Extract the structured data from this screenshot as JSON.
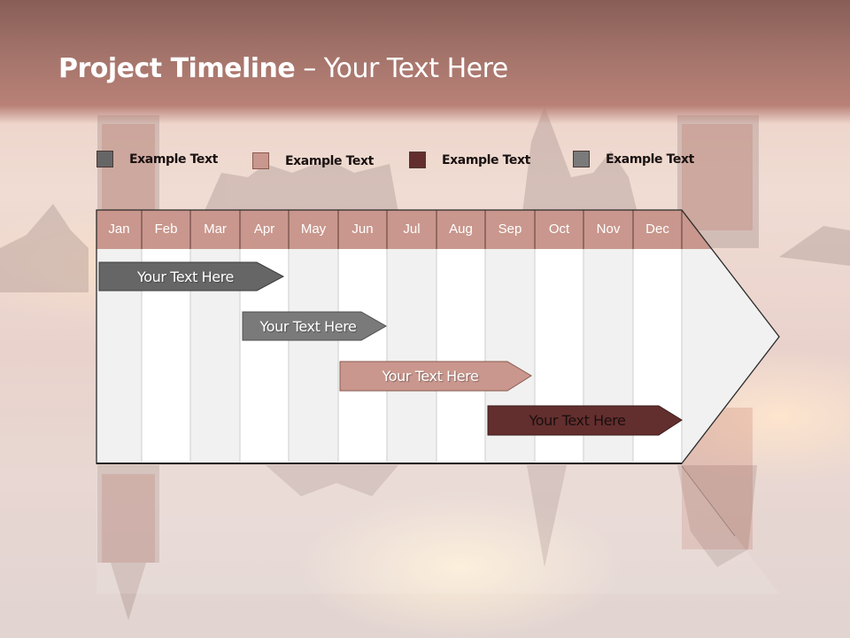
{
  "slide": {
    "title_bold": "Project Timeline",
    "title_rest": " – Your Text Here"
  },
  "legend": [
    {
      "label": "Example Text",
      "color": "#666666"
    },
    {
      "label": "Example Text",
      "color": "#c9978d"
    },
    {
      "label": "Example Text",
      "color": "#632e2e"
    },
    {
      "label": "Example Text",
      "color": "#7a7a7a"
    }
  ],
  "months": [
    "Jan",
    "Feb",
    "Mar",
    "Apr",
    "May",
    "Jun",
    "Jul",
    "Aug",
    "Sep",
    "Oct",
    "Nov",
    "Dec"
  ],
  "tasks": [
    {
      "label": "Your  Text Here",
      "start_month": "Jan",
      "end_month": "Apr",
      "color": "#666666",
      "text_color": "#ffffff"
    },
    {
      "label": "Your  Text Here",
      "start_month": "Apr",
      "end_month": "Jun",
      "color": "#7a7a7a",
      "text_color": "#ffffff"
    },
    {
      "label": "Your  Text Here",
      "start_month": "Jun",
      "end_month": "Sep",
      "color": "#c9978d",
      "text_color": "#ffffff"
    },
    {
      "label": "Your  Text Here",
      "start_month": "Sep",
      "end_month": "Dec",
      "color": "#632e2e",
      "text_color": "#1a0f0f"
    }
  ],
  "colors": {
    "header_band": "#a4746b",
    "month_header": "#c9978d",
    "column_shaded": "#f1f1f1",
    "column_plain": "#ffffff"
  }
}
